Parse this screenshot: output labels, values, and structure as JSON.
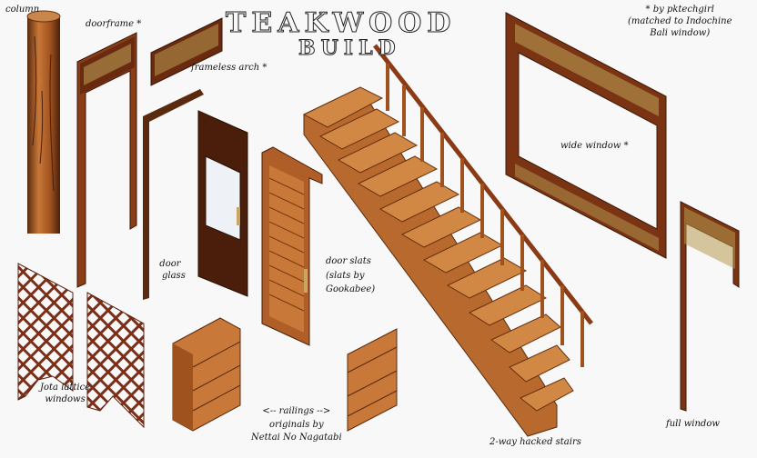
{
  "title": {
    "line1": "TEAKWOOD",
    "line2": "BUILD"
  },
  "labels": {
    "column": "column",
    "doorframe": "doorframe *",
    "frameless_arch": "frameless arch *",
    "door_glass_1": "door",
    "door_glass_2": "glass",
    "door_slats_1": "door slats",
    "door_slats_2": "(slats by",
    "door_slats_3": "Gookabee)",
    "jota_1": "Jota lattice",
    "jota_2": "windows",
    "railings_1": "<--  railings  -->",
    "railings_2": "originals by",
    "railings_3": "Nettai No Nagatabi",
    "stairs": "2-way hacked stairs",
    "credit_1": "* by pktechgirl",
    "credit_2": "(matched to Indochine",
    "credit_3": "Bali window)",
    "wide_window": "wide window *",
    "full_window": "full window"
  },
  "colors": {
    "teak": "#a0521e",
    "teak_dark": "#5a2a0e",
    "teak_light": "#c8783a",
    "gold": "#b89a50"
  }
}
